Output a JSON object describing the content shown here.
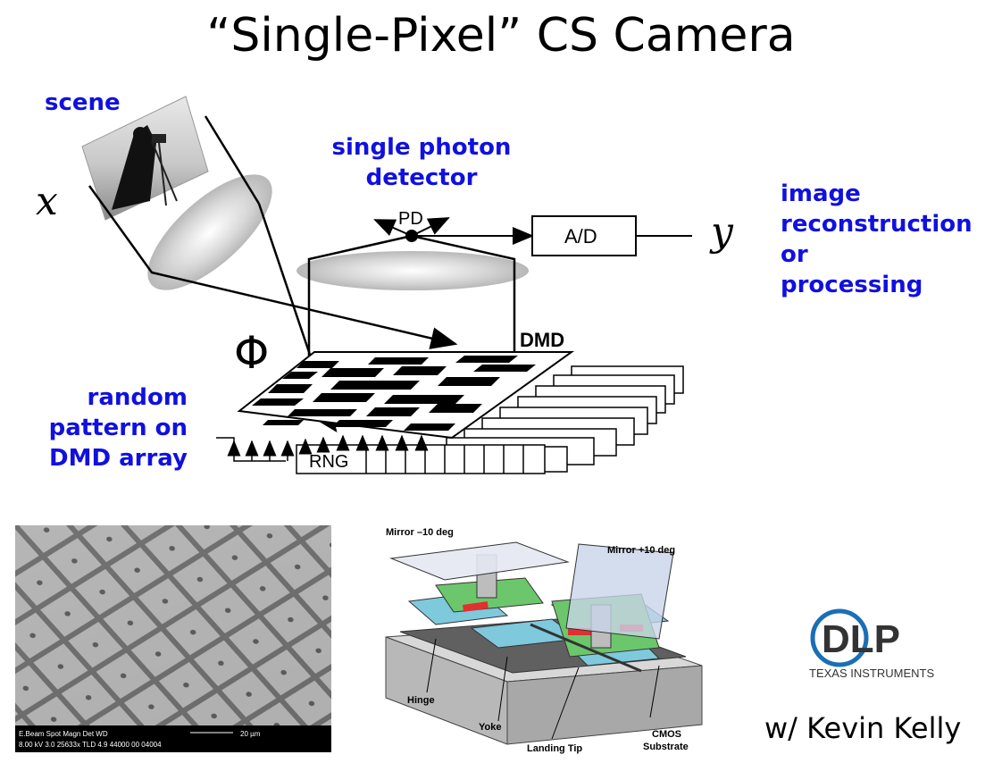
{
  "slide": {
    "title": "“Single-Pixel” CS Camera",
    "credit": "w/ Kevin Kelly"
  },
  "labels": {
    "scene": "scene",
    "detector": "single photon\ndetector",
    "reconstruction": "image\nreconstruction\nor\nprocessing",
    "pattern": "random\npattern on\nDMD array",
    "x_var": "x",
    "y_var": "y",
    "phi": "Φ",
    "pd": "PD",
    "ad": "A/D",
    "dmd": "DMD",
    "rng": "RNG"
  },
  "micrograph": {
    "info_line1": "E.Beam  Spot  Magn    Det  WD",
    "info_line2": "8.00 kV  3.0   25633x  TLD  4.9    44000 00 04004",
    "scale": "20 µm"
  },
  "mirror_diagram": {
    "mirror_minus": "Mirror –10 deg",
    "mirror_plus": "Mirror +10 deg",
    "hinge": "Hinge",
    "yoke": "Yoke",
    "landing_tip": "Landing Tip",
    "cmos": "CMOS",
    "substrate": "Substrate"
  },
  "logo": {
    "brand": "DLP",
    "company": "TEXAS INSTRUMENTS"
  }
}
